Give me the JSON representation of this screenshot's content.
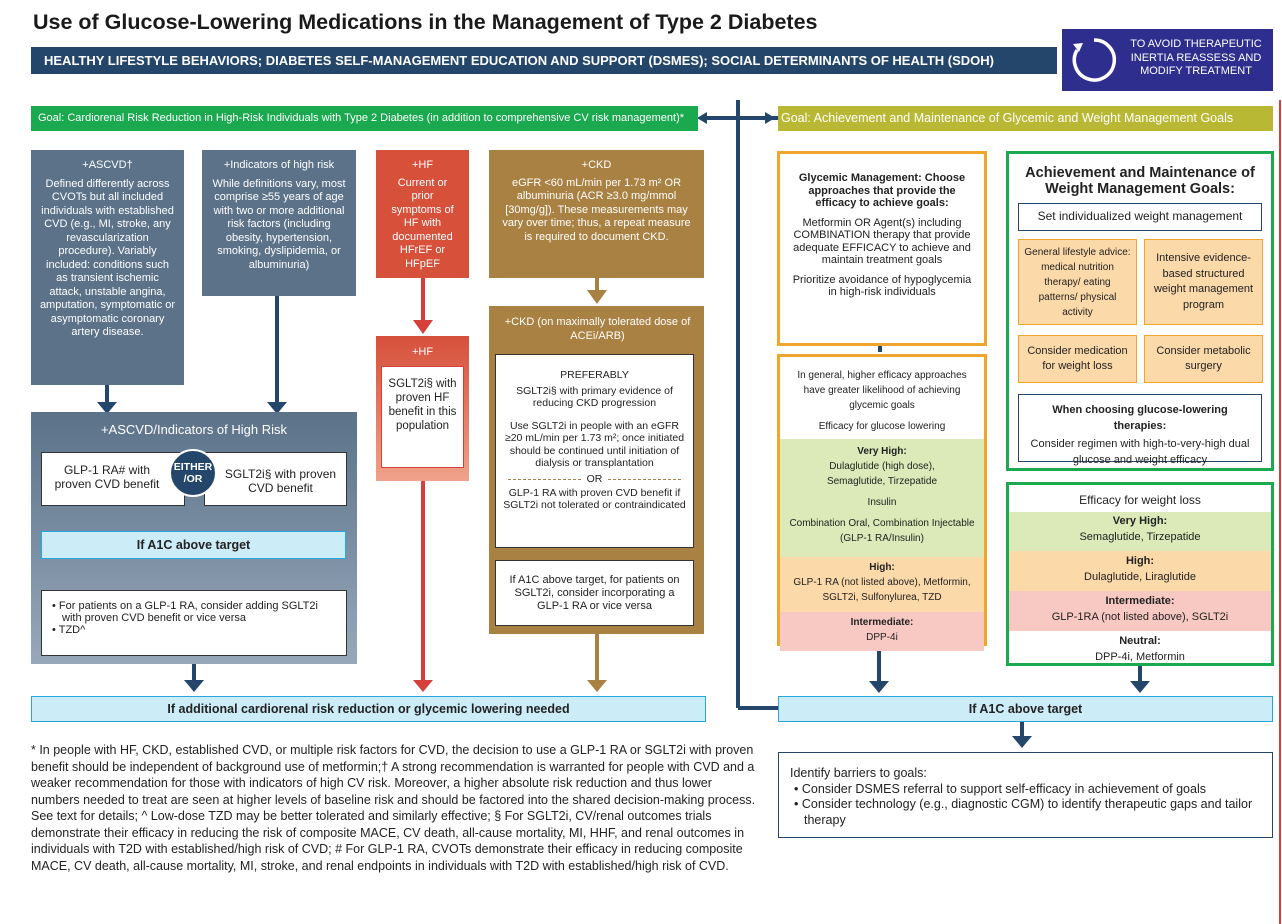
{
  "title": "Use of Glucose-Lowering Medications in the Management of Type 2 Diabetes",
  "lifestyle_bar": "HEALTHY LIFESTYLE BEHAVIORS; DIABETES SELF-MANAGEMENT EDUCATION AND SUPPORT (DSMES); SOCIAL DETERMINANTS OF HEALTH (SDOH)",
  "inertia": "TO AVOID THERAPEUTIC INERTIA REASSESS AND MODIFY TREATMENT",
  "goal_left": "Goal: Cardiorenal Risk Reduction in High-Risk Individuals with Type 2 Diabetes (in addition to comprehensive CV risk management)*",
  "goal_right": "Goal: Achievement and Maintenance of Glycemic and Weight Management Goals",
  "ascvd": {
    "head": "+ASCVD†",
    "body": "Defined differently across CVOTs but all included individuals with established CVD (e.g., MI, stroke, any revascularization procedure). Variably included: conditions such as transient ischemic attack, unstable angina, amputation, symptomatic or asymptomatic coronary artery disease."
  },
  "indicators": {
    "head": "+Indicators of high risk",
    "body": "While definitions vary, most comprise ≥55 years of age with two or more additional risk factors (including obesity, hypertension, smoking, dyslipidemia, or albuminuria)"
  },
  "hf": {
    "head": "+HF",
    "body": "Current or prior symptoms of HF with documented HFrEF or HFpEF",
    "head2": "+HF",
    "rec": "SGLT2i§ with proven HF benefit in this population"
  },
  "ckd": {
    "head": "+CKD",
    "body": "eGFR <60 mL/min per 1.73 m² OR albuminuria (ACR ≥3.0 mg/mmol [30mg/g]). These measurements may vary over time; thus, a repeat measure is required to document CKD.",
    "head2": "+CKD (on maximally tolerated dose of ACEi/ARB)",
    "preferably": "PREFERABLY",
    "pref1": "SGLT2i§ with primary evidence of reducing CKD progression",
    "pref2": "Use SGLT2i in people with an eGFR ≥20 mL/min per 1.73 m²; once initiated should be continued until initiation of dialysis or transplantation",
    "or": "OR",
    "pref3": "GLP-1 RA with proven CVD benefit if SGLT2i not tolerated or contraindicated",
    "a1c": "If A1C above target, for patients on SGLT2i, consider incorporating a GLP-1 RA or vice versa"
  },
  "ascvd_combined": {
    "head": "+ASCVD/Indicators of High Risk",
    "glp1": "GLP-1 RA# with proven CVD benefit",
    "either": "EITHER /OR",
    "sglt2": "SGLT2i§ with proven CVD benefit",
    "a1c": "If A1C above target",
    "bullet1": "For patients on a GLP-1 RA, consider adding SGLT2i with proven CVD benefit or vice versa",
    "bullet2": "TZD^"
  },
  "bottom_left": "If additional cardiorenal risk reduction or glycemic lowering needed",
  "bottom_right": "If A1C above target",
  "glycemic": {
    "head": "Glycemic Management: Choose approaches that provide the efficacy to achieve goals:",
    "p1": "Metformin OR Agent(s) including COMBINATION therapy that provide adequate EFFICACY to achieve and maintain treatment goals",
    "p2": "Prioritize avoidance of hypoglycemia in high-risk individuals",
    "intro": "In general, higher efficacy approaches have greater likelihood of achieving glycemic goals",
    "efficacy_title": "Efficacy for glucose lowering",
    "vh_label": "Very High:",
    "vh_text": "Dulaglutide (high dose), Semaglutide, Tirzepatide",
    "insulin": "Insulin",
    "combo": "Combination Oral, Combination Injectable (GLP-1 RA/Insulin)",
    "high_label": "High:",
    "high_text": "GLP-1 RA (not listed above), Metformin, SGLT2i, Sulfonylurea, TZD",
    "int_label": "Intermediate:",
    "int_text": "DPP-4i"
  },
  "weight": {
    "head": "Achievement and Maintenance of Weight Management Goals:",
    "set": "Set individualized weight management",
    "lifestyle": "General lifestyle advice: medical nutrition therapy/ eating patterns/ physical activity",
    "intensive": "Intensive evidence-based structured weight management program",
    "medication": "Consider medication for weight loss",
    "surgery": "Consider metabolic surgery",
    "choose_head": "When choosing glucose-lowering therapies:",
    "choose_text": "Consider regimen with high-to-very-high dual glucose and weight efficacy",
    "eff_title": "Efficacy for weight loss",
    "vh_label": "Very High:",
    "vh_text": "Semaglutide, Tirzepatide",
    "high_label": "High:",
    "high_text": "Dulaglutide, Liraglutide",
    "int_label": "Intermediate:",
    "int_text": "GLP-1RA (not listed above), SGLT2i",
    "neu_label": "Neutral:",
    "neu_text": "DPP-4i, Metformin"
  },
  "barriers": {
    "head": "Identify barriers to goals:",
    "b1": "Consider DSMES referral to support self-efficacy in achievement of goals",
    "b2": "Consider technology (e.g., diagnostic CGM) to identify therapeutic gaps and tailor therapy"
  },
  "footnote": "* In people with HF, CKD, established CVD, or multiple risk factors for CVD, the decision to use a GLP-1 RA or SGLT2i with proven benefit should be independent of background use of metformin;† A strong recommendation is warranted for people with CVD and a weaker recommendation for those with indicators of high CV risk. Moreover, a higher absolute risk reduction and thus lower numbers needed to treat are seen at higher levels of baseline risk and should be factored into the shared decision-making process. See text for details; ^ Low-dose TZD may be better tolerated and similarly effective; § For SGLT2i, CV/renal outcomes trials demonstrate their efficacy in reducing the risk of composite MACE, CV death, all-cause mortality, MI, HHF, and renal outcomes in individuals with T2D with established/high risk of CVD; # For GLP-1 RA, CVOTs demonstrate their efficacy in reducing composite MACE, CV death, all-cause mortality, MI, stroke, and renal endpoints in individuals with T2D with established/high risk of CVD.",
  "colors": {
    "navy": "#24466a",
    "green": "#1aa94f",
    "olive": "#b8b835",
    "red": "#d6403a",
    "brown": "#a98143",
    "orange": "#f0a52c",
    "slate": "#5b7289",
    "purple": "#2e2e8f"
  }
}
